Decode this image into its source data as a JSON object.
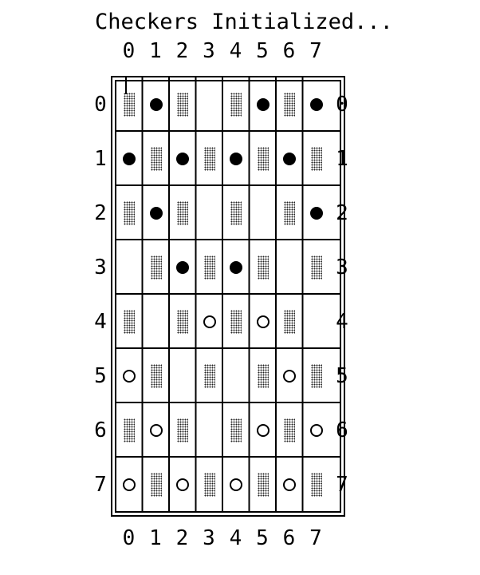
{
  "title": "Checkers Initialized...",
  "col_labels": [
    "0",
    "1",
    "2",
    "3",
    "4",
    "5",
    "6",
    "7"
  ],
  "row_labels": [
    "0",
    "1",
    "2",
    "3",
    "4",
    "5",
    "6",
    "7"
  ],
  "cell_legend": {
    "D": "dark-square",
    "E": "empty-light-square",
    "B": "black-piece",
    "W": "white-piece"
  },
  "board": [
    [
      "D",
      "B",
      "D",
      "E",
      "D",
      "B",
      "D",
      "B"
    ],
    [
      "B",
      "D",
      "B",
      "D",
      "B",
      "D",
      "B",
      "D"
    ],
    [
      "D",
      "B",
      "D",
      "E",
      "D",
      "E",
      "D",
      "B"
    ],
    [
      "E",
      "D",
      "B",
      "D",
      "B",
      "D",
      "E",
      "D"
    ],
    [
      "D",
      "E",
      "D",
      "W",
      "D",
      "W",
      "D",
      "E"
    ],
    [
      "W",
      "D",
      "E",
      "D",
      "E",
      "D",
      "W",
      "D"
    ],
    [
      "D",
      "W",
      "D",
      "E",
      "D",
      "W",
      "D",
      "W"
    ],
    [
      "W",
      "D",
      "W",
      "D",
      "W",
      "D",
      "W",
      "D"
    ]
  ]
}
